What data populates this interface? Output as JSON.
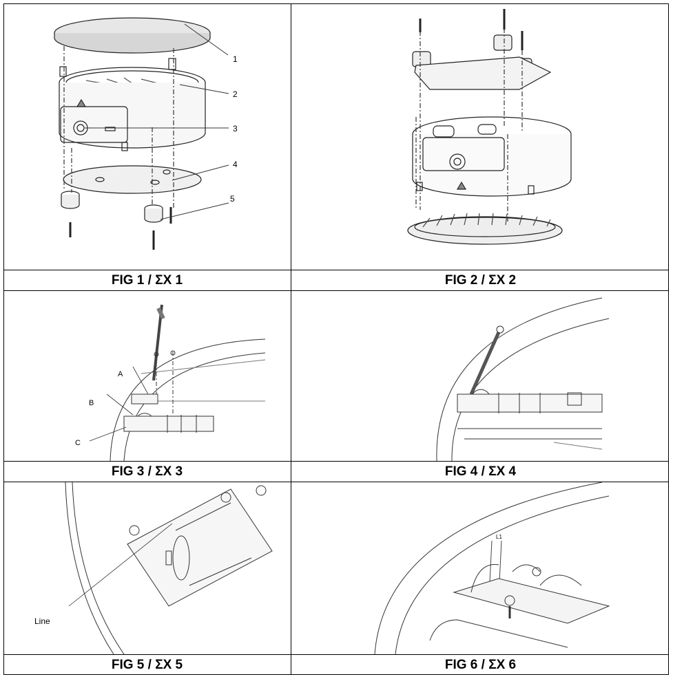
{
  "figures": [
    {
      "caption": "FIG 1 / ΣΧ 1",
      "callouts": [
        "1",
        "2",
        "3",
        "4",
        "5"
      ]
    },
    {
      "caption": "FIG 2 / ΣΧ 2"
    },
    {
      "caption": "FIG 3 / ΣΧ 3",
      "labels": {
        "a": "A",
        "b": "B",
        "c": "C"
      }
    },
    {
      "caption": "FIG 4 / ΣΧ 4"
    },
    {
      "caption": "FIG 5 / ΣΧ 5",
      "labels": {
        "line": "Line"
      }
    },
    {
      "caption": "FIG 6 / ΣΧ 6",
      "labels": {
        "l1": "L1"
      }
    }
  ]
}
